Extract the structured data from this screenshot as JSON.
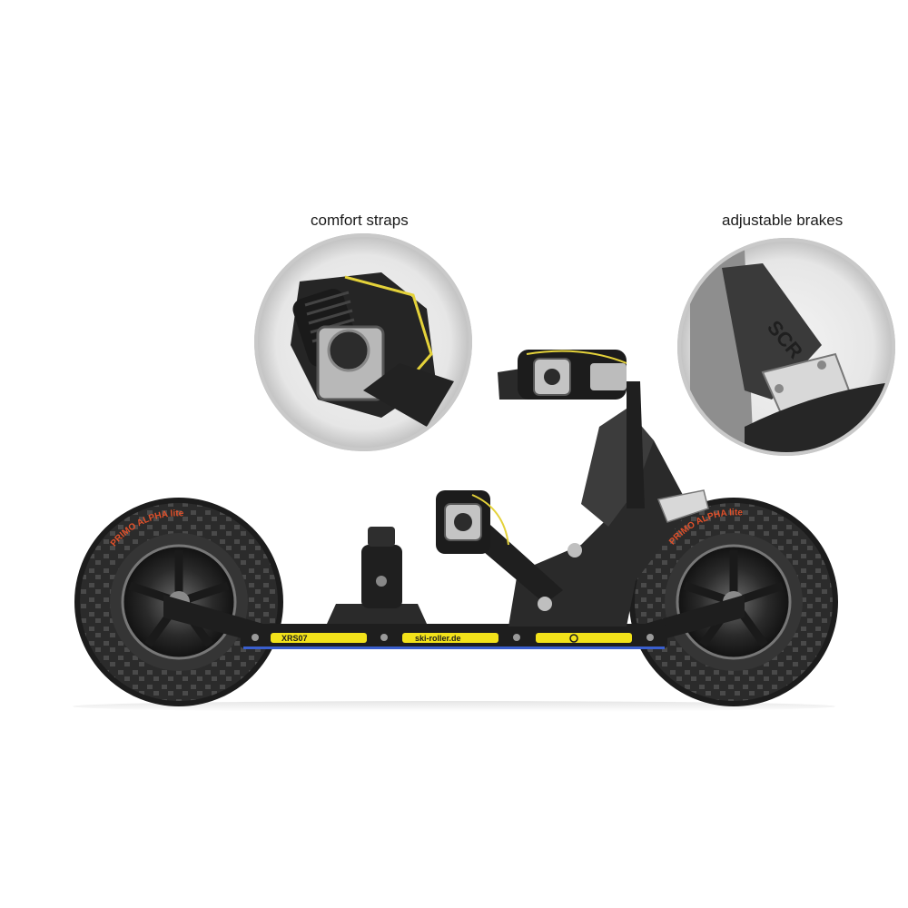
{
  "callouts": {
    "left": "comfort straps",
    "right": "adjustable brakes"
  },
  "deck": {
    "model": "XRS07",
    "website": "ski-roller.de"
  },
  "tires": {
    "brand": "PRIMO",
    "model": "ALPHA",
    "variant": "lite"
  },
  "brake_plate": {
    "text": "SCR"
  },
  "colors": {
    "background": "#ffffff",
    "tire": "#2b2b2b",
    "deck_stripe": "#f2e21a",
    "tire_lettering": "#e0502a",
    "frame": "#1e1e1e",
    "metal": "#9a9a9a"
  }
}
